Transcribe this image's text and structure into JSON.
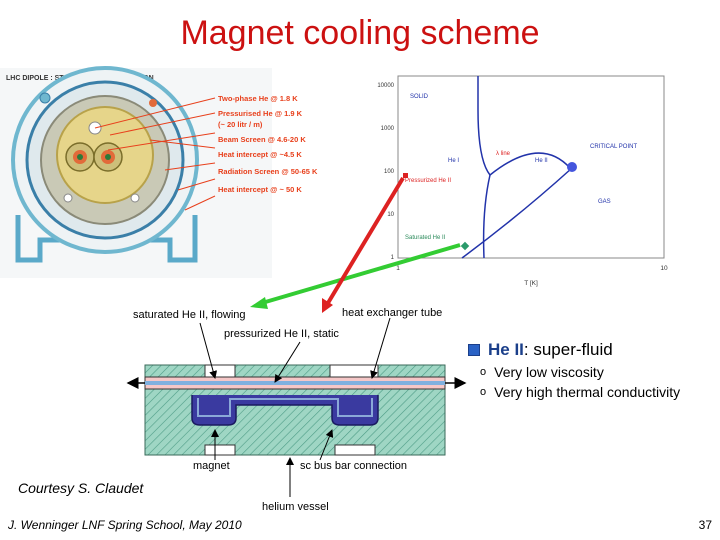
{
  "title": "Magnet cooling scheme",
  "dipole": {
    "heading": "LHC DIPOLE : STANDARD CROSS-SECTION",
    "labels": [
      "Two-phase He @ 1.8 K",
      "Pressurised He @ 1.9 K",
      "(~ 20 litr / m)",
      "Beam Screen @ 4.6-20 K",
      "Heat intercept @ ~4.5 K",
      "Radiation Screen @ 50-65 K",
      "Heat intercept @ ~ 50 K"
    ]
  },
  "phase_diagram": {
    "y_ticks": [
      "10000",
      "1000",
      "100",
      "10",
      "1"
    ],
    "x_ticks": [
      "1",
      "10"
    ],
    "xlabel": "T [K]",
    "regions": {
      "solid": "SOLID",
      "hei": "He I",
      "heii": "He II",
      "gas": "GAS",
      "lambda": "λ line",
      "critical": "CRITICAL POINT",
      "pressurized": "Pressurized He II",
      "saturated": "Saturated He II"
    }
  },
  "heat_exchanger": {
    "labels": {
      "saturated": "saturated He II, flowing",
      "pressurized": "pressurized He II, static",
      "tube": "heat exchanger tube",
      "magnet": "magnet",
      "busbar": "sc bus bar connection",
      "vessel": "helium vessel"
    }
  },
  "bullets": {
    "main_bold": "He II",
    "main_rest": ": super-fluid",
    "items": [
      "Very low viscosity",
      "Very high thermal conductivity"
    ]
  },
  "courtesy": "Courtesy S. Claudet",
  "footer": "J. Wenninger LNF Spring School, May 2010",
  "page_number": "37",
  "colors": {
    "title": "#cc1111",
    "label_red": "#e8401c",
    "phase_blue": "#2233aa",
    "arrow_green": "#33cc33",
    "arrow_red": "#dd2222"
  }
}
